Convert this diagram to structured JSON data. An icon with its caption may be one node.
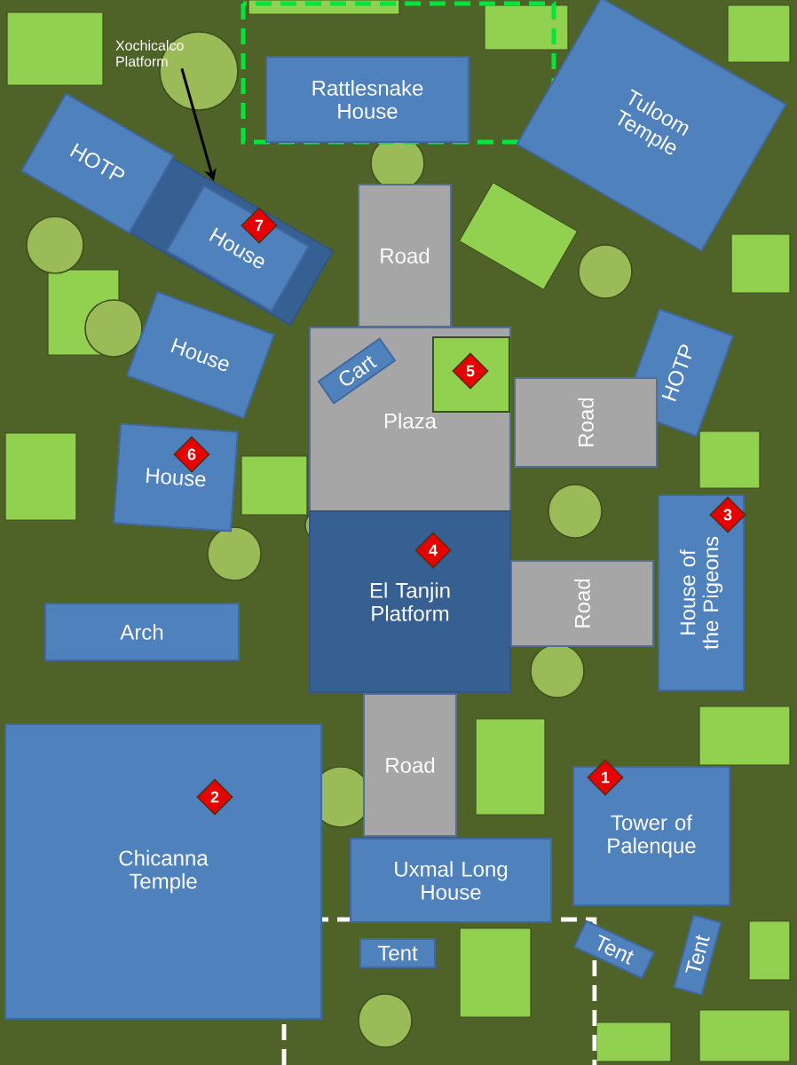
{
  "diagram": {
    "nodes": [
      {
        "text": [
          "Xochicalco Platform"
        ]
      },
      {
        "text": [
          "Rattlesnake House"
        ]
      },
      {
        "text": [
          "Tuloom Temple"
        ]
      },
      {
        "text": [],
        "shape": "box"
      },
      {
        "text": [
          "HOTP"
        ]
      },
      {
        "text": [
          "House"
        ],
        "in": 3
      },
      {
        "text": [
          "7"
        ],
        "in": 5
      },
      {
        "text": [
          "Road"
        ]
      },
      {
        "text": [
          "Plaza"
        ]
      },
      {
        "text": [
          "Cart"
        ],
        "in": 8
      },
      {
        "text": [
          "5"
        ],
        "in": 8
      },
      {
        "text": [
          "House"
        ]
      },
      {
        "text": [
          "HOTP"
        ]
      },
      {
        "text": [
          "Road"
        ]
      },
      {
        "text": [
          "House"
        ]
      },
      {
        "text": [
          "6"
        ],
        "in": 14
      },
      {
        "text": [
          "House of the Pigeons"
        ]
      },
      {
        "text": [
          "3"
        ],
        "in": 16
      },
      {
        "text": [
          "El Tanjin Platform"
        ]
      },
      {
        "text": [
          "4"
        ],
        "in": 18
      },
      {
        "text": [
          "Road"
        ]
      },
      {
        "text": [
          "Arch"
        ]
      },
      {
        "text": [
          "Road"
        ]
      },
      {
        "text": [
          "Chicanna Temple"
        ]
      },
      {
        "text": [
          "2"
        ],
        "in": 23
      },
      {
        "text": [
          "Tower of Palenque"
        ]
      },
      {
        "text": [
          "1"
        ]
      },
      {
        "text": [
          "Uxmal Long House"
        ]
      },
      {
        "text": [
          "Tent"
        ]
      },
      {
        "text": [
          "Tent"
        ]
      },
      {
        "text": [
          "Tent"
        ]
      }
    ],
    "edges": [
      {
        "from": 0,
        "to": 3,
        "arrow": "to"
      }
    ]
  }
}
